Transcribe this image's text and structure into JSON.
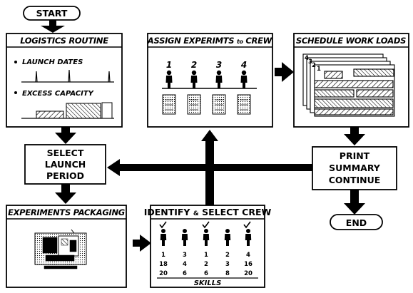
{
  "start_label": "START",
  "end_label": "END",
  "logistics": {
    "title": "LOGISTICS ROUTINE",
    "bullet1": "LAUNCH DATES",
    "bullet2": "EXCESS CAPACITY"
  },
  "assign": {
    "title": "ASSIGN EXPERIMTS",
    "title_to": "to",
    "title_crew": "CREW",
    "crew_numbers": [
      "1",
      "2",
      "3",
      "4"
    ]
  },
  "schedule": {
    "title": "SCHEDULE WORK LOADS",
    "page_numbers": [
      "4",
      "3",
      "2",
      "1"
    ]
  },
  "select_period": {
    "line1": "SELECT",
    "line2": "LAUNCH",
    "line3": "PERIOD"
  },
  "print_summary": {
    "line1": "PRINT",
    "line2": "SUMMARY",
    "line3": "CONTINUE"
  },
  "packaging": {
    "title": "EXPERIMENTS PACKAGING"
  },
  "identify": {
    "title_a": "IDENTIFY",
    "title_amp": "&",
    "title_b": "SELECT CREW",
    "rows": [
      [
        "1",
        "3",
        "1",
        "2",
        "4"
      ],
      [
        "18",
        "4",
        "2",
        "3",
        "16"
      ],
      [
        "20",
        "6",
        "6",
        "8",
        "20"
      ]
    ],
    "skills_label": "SKILLS"
  }
}
